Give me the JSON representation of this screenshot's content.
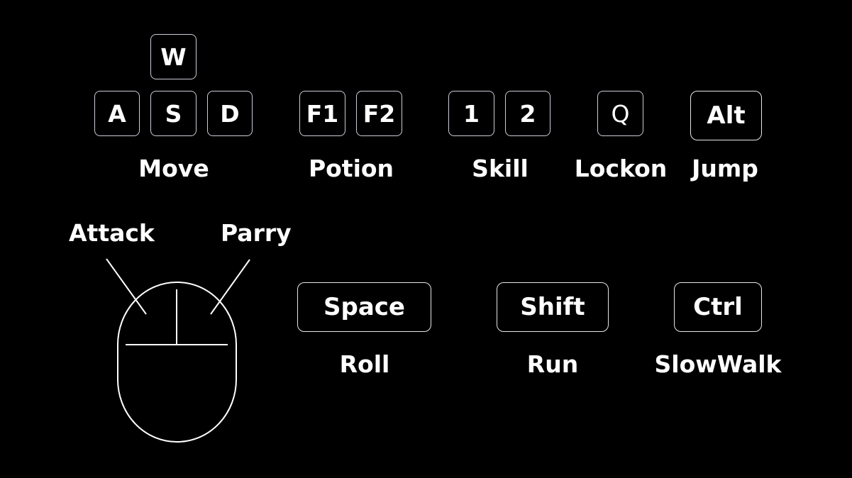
{
  "colors": {
    "background": "#000000",
    "foreground": "#ffffff",
    "key_border": "#c9cdd6"
  },
  "controls": {
    "move": {
      "keys": [
        "W",
        "A",
        "S",
        "D"
      ],
      "label": "Move"
    },
    "potion": {
      "keys": [
        "F1",
        "F2"
      ],
      "label": "Potion"
    },
    "skill": {
      "keys": [
        "1",
        "2"
      ],
      "label": "Skill"
    },
    "lockon": {
      "keys": [
        "Q"
      ],
      "label": "Lockon"
    },
    "jump": {
      "keys": [
        "Alt"
      ],
      "label": "Jump"
    },
    "roll": {
      "keys": [
        "Space"
      ],
      "label": "Roll"
    },
    "run": {
      "keys": [
        "Shift"
      ],
      "label": "Run"
    },
    "slowwalk": {
      "keys": [
        "Ctrl"
      ],
      "label": "SlowWalk"
    }
  },
  "mouse": {
    "icon": "mouse-icon",
    "left_button_label": "Attack",
    "right_button_label": "Parry"
  }
}
